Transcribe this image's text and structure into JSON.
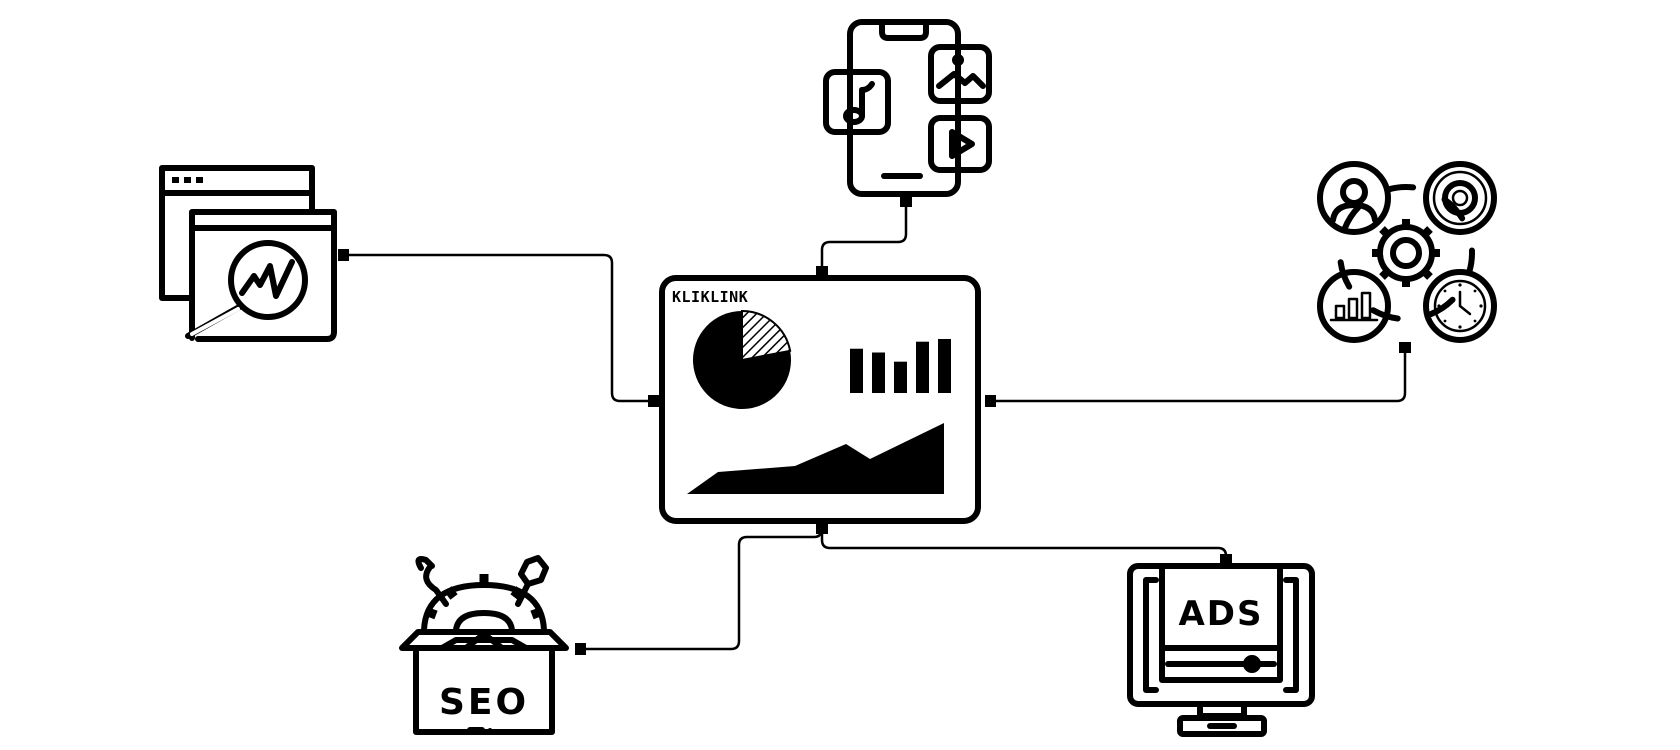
{
  "dashboard": {
    "brand": "KLIKLINK",
    "pie": {
      "values": [
        0.78,
        0.22
      ]
    },
    "bars": {
      "values": [
        0.82,
        0.75,
        0.58,
        0.95,
        1.0
      ]
    }
  },
  "seo_box": {
    "label": "SEO"
  },
  "ads_monitor": {
    "label": "ADS"
  },
  "icons": {
    "analytics": "analytics-windows-icon",
    "mobile": "mobile-media-icon",
    "network": "settings-network-icon",
    "seo": "seo-toolbox-icon",
    "ads": "ads-monitor-icon"
  }
}
